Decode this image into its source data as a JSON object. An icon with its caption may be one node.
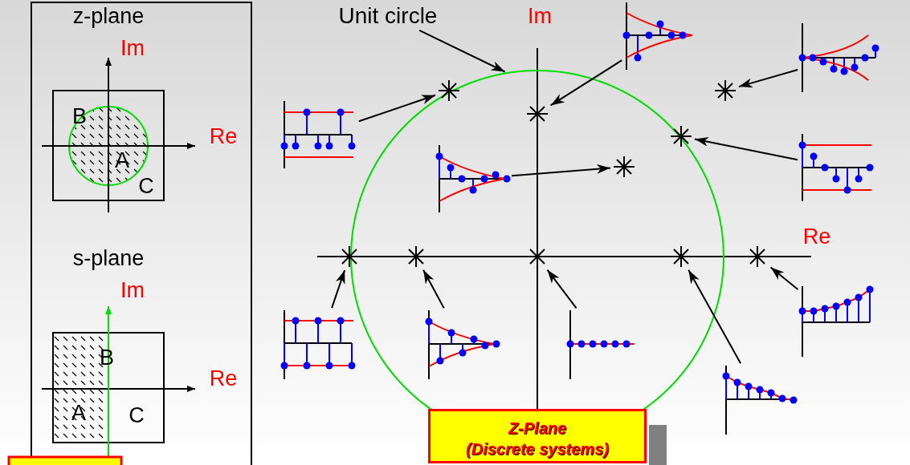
{
  "diagram": {
    "nodes": [
      {
        "text": [
          "Unit circle"
        ]
      },
      {
        "text": [],
        "shape": "circle"
      },
      {
        "text": [],
        "shape": "star"
      },
      {
        "text": [],
        "shape": "star",
        "in": 1
      },
      {
        "text": [],
        "shape": "star"
      },
      {
        "text": [],
        "shape": "star"
      },
      {
        "text": [],
        "shape": "star",
        "in": 1
      },
      {
        "text": [],
        "shape": "star"
      },
      {
        "text": [],
        "shape": "star",
        "in": 1
      },
      {
        "text": [],
        "shape": "star",
        "in": 1
      },
      {
        "text": [],
        "shape": "star",
        "in": 1
      },
      {
        "text": [],
        "shape": "star"
      },
      {
        "text": [],
        "shape": "picture"
      },
      {
        "text": [],
        "shape": "picture"
      },
      {
        "text": [],
        "shape": "picture"
      },
      {
        "text": [],
        "shape": "picture"
      },
      {
        "text": [],
        "shape": "picture",
        "in": 1
      },
      {
        "text": [],
        "shape": "picture"
      },
      {
        "text": [],
        "shape": "picture",
        "in": 1
      },
      {
        "text": [],
        "shape": "picture",
        "in": 1
      },
      {
        "text": [],
        "shape": "picture"
      },
      {
        "text": [],
        "shape": "picture"
      },
      {
        "text": [
          "Z-Plane",
          "(Discrete systems)"
        ]
      }
    ],
    "edges": [
      {
        "from": 0,
        "to": 1,
        "arrow": "to"
      },
      {
        "from": 12,
        "to": 2,
        "arrow": "to"
      },
      {
        "from": 13,
        "to": 3,
        "arrow": "to"
      },
      {
        "from": 14,
        "to": 4,
        "arrow": "to"
      },
      {
        "from": 15,
        "to": 5,
        "arrow": "to"
      },
      {
        "from": 16,
        "to": 6,
        "arrow": "to"
      },
      {
        "from": 17,
        "to": 7,
        "arrow": "to"
      },
      {
        "from": 18,
        "to": 8,
        "arrow": "to"
      },
      {
        "from": 19,
        "to": 9,
        "arrow": "to"
      },
      {
        "from": 20,
        "to": 10,
        "arrow": "to"
      },
      {
        "from": 21,
        "to": 11,
        "arrow": "to"
      }
    ],
    "labels": [
      "z-plane",
      "Im",
      "Im",
      "B",
      "Re",
      "A",
      "C",
      "s-plane",
      "Im",
      "B",
      "Re",
      "A",
      "C",
      "Re"
    ]
  }
}
